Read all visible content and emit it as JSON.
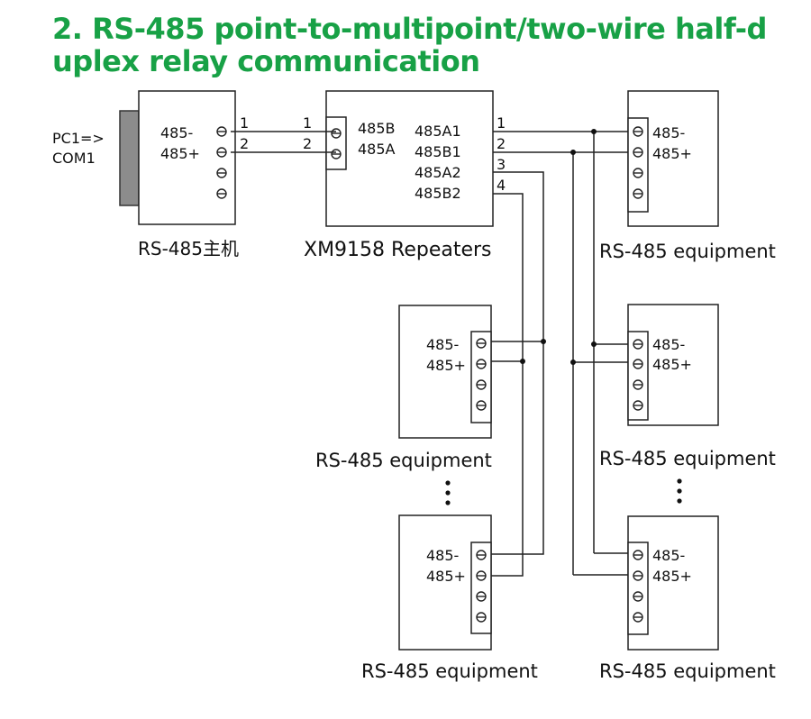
{
  "title": {
    "line1": "2. RS-485 point-to-multipoint/two-wire half-d",
    "line2": "uplex relay communication"
  },
  "host": {
    "pc_line1": "PC1=>",
    "pc_line2": "COM1",
    "term_minus": "485-",
    "term_plus": "485+",
    "caption": "RS-485主机"
  },
  "wire_numbers": {
    "w1": "1",
    "w2": "2",
    "w3": "3",
    "w4": "4"
  },
  "repeater": {
    "b": "485B",
    "a": "485A",
    "a1": "485A1",
    "b1": "485B1",
    "a2": "485A2",
    "b2": "485B2",
    "caption": "XM9158 Repeaters"
  },
  "equipment": {
    "term_minus": "485-",
    "term_plus": "485+",
    "caption": "RS-485 equipment"
  }
}
